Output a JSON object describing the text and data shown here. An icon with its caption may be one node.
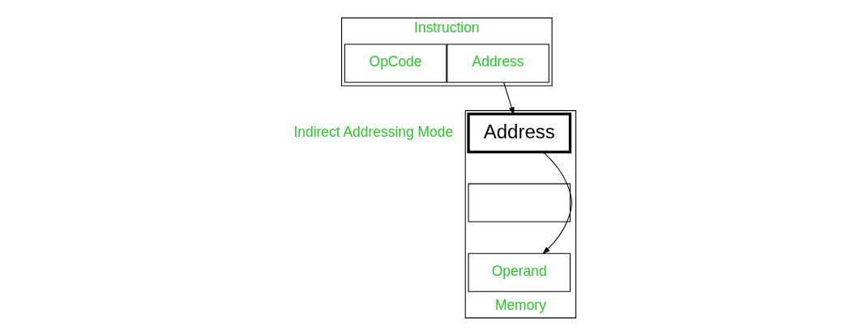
{
  "diagram": {
    "nodes": [
      {
        "text": [
          "Instruction"
        ]
      },
      {
        "text": [
          "OpCode"
        ],
        "in": 0
      },
      {
        "text": [
          "Address"
        ],
        "in": 0
      },
      {
        "text": [
          "Memory"
        ]
      },
      {
        "text": [
          "Address"
        ],
        "in": 3
      },
      {
        "text": [],
        "shape": "box",
        "in": 3
      },
      {
        "text": [
          "Operand"
        ],
        "in": 3
      }
    ],
    "edges": [
      {
        "from": 2,
        "to": 4,
        "arrow": "to"
      },
      {
        "from": 4,
        "to": 6,
        "arrow": "to"
      }
    ],
    "labels": [
      "Indirect Addressing Mode"
    ]
  }
}
